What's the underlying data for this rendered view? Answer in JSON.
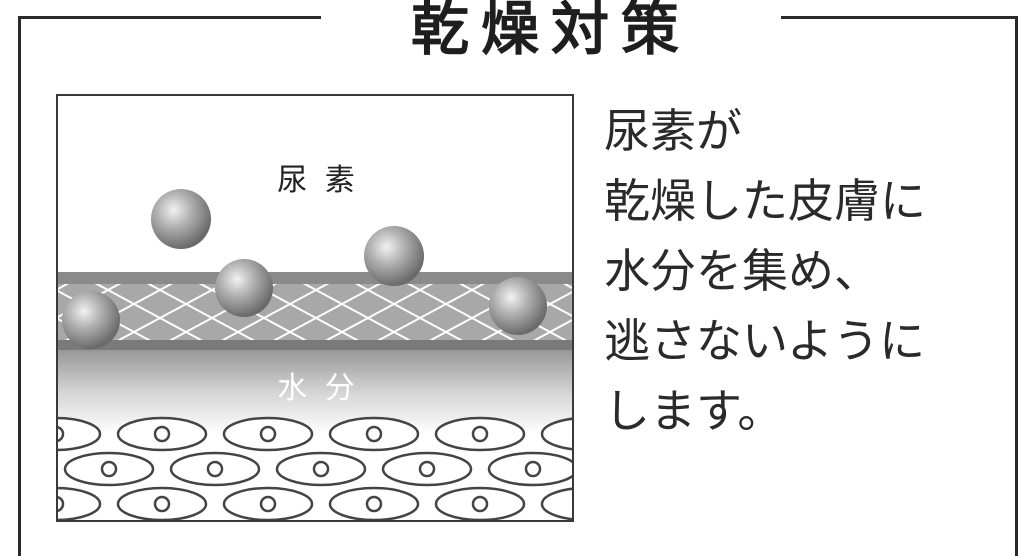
{
  "title": "乾燥対策",
  "diagram": {
    "urea_label": "尿 素",
    "water_label": "水 分"
  },
  "description_lines": [
    "尿素が",
    "乾燥した皮膚に",
    "水分を集め、",
    "逃さないように",
    "します。"
  ]
}
